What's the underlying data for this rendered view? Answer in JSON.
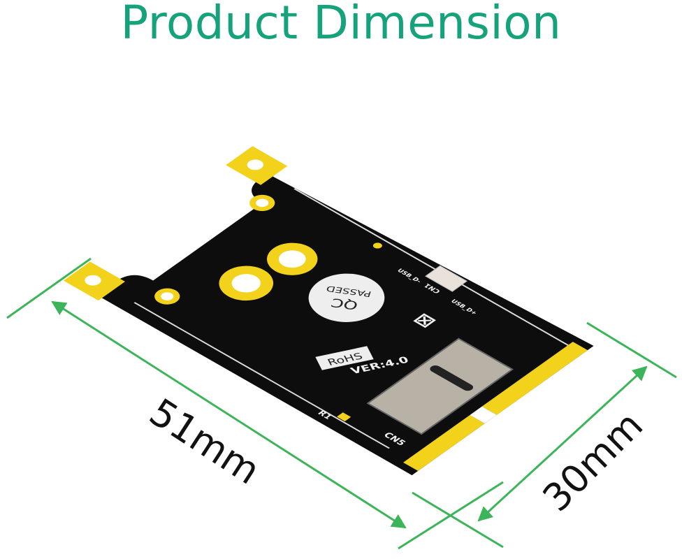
{
  "title": "Product Dimension",
  "dimensions": {
    "length_label": "51mm",
    "width_label": "30mm"
  },
  "board_markings": {
    "qc_sticker_line1": "QC",
    "qc_sticker_line2": "PASSED",
    "rohs": "RoHS",
    "version": "VER:4.0",
    "connector_top": "CN1",
    "connector_main": "CN5",
    "resistor": "R1",
    "pin_minus": "USB_D-",
    "pin_plus": "USB_D+"
  },
  "colors": {
    "title": "#16a37c",
    "dimension_lines": "#3cb55a",
    "pcb": "#111111",
    "gold": "#f2d21a"
  }
}
